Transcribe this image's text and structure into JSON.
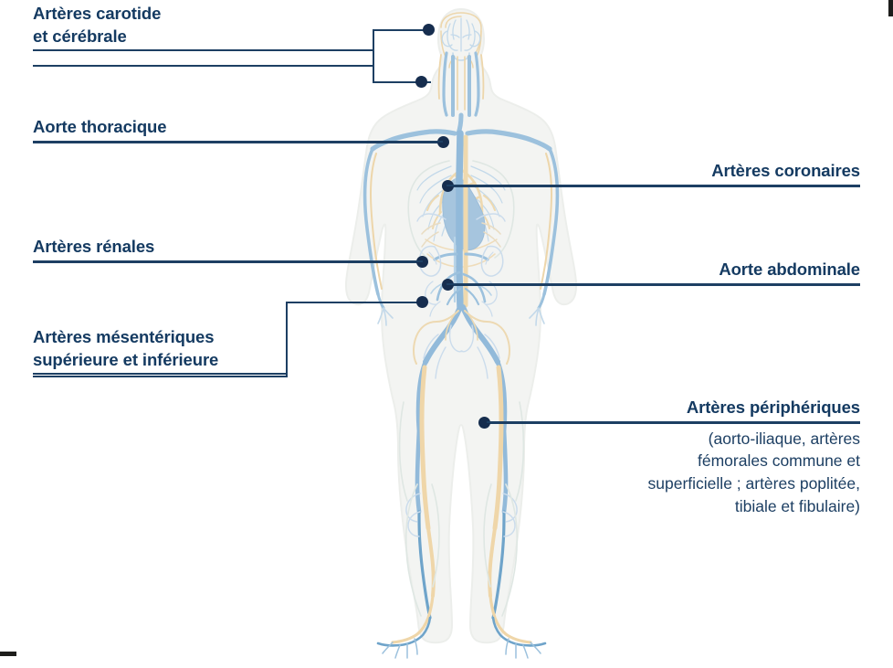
{
  "diagram": {
    "title_alt": "Arteres du corps humain",
    "colors": {
      "label_text": "#143a61",
      "leader_line": "#1d3f63",
      "marker_dot": "#162d4e",
      "body_silhouette": "#f2f3f1",
      "artery_blue": "#8fb8d8",
      "nerve_tan": "#f0d7ab",
      "heart_blue": "#a8c6df"
    }
  },
  "labels": {
    "carotide": {
      "title": "Artères carotide\net cérébrale",
      "sub": ""
    },
    "aorte_thoracique": {
      "title": "Aorte thoracique",
      "sub": ""
    },
    "renales": {
      "title": "Artères rénales",
      "sub": ""
    },
    "mesenteriques": {
      "title": "Artères mésentériques\nsupérieure et inférieure",
      "sub": ""
    },
    "coronaires": {
      "title": "Artères coronaires",
      "sub": ""
    },
    "aorte_abdominale": {
      "title": "Aorte abdominale",
      "sub": ""
    },
    "peripheriques": {
      "title": "Artères périphériques",
      "sub": "(aorto-iliaque, artères\nfémorales commune et\nsuperficielle ; artères poplitée,\ntibiale et fibulaire)"
    }
  }
}
